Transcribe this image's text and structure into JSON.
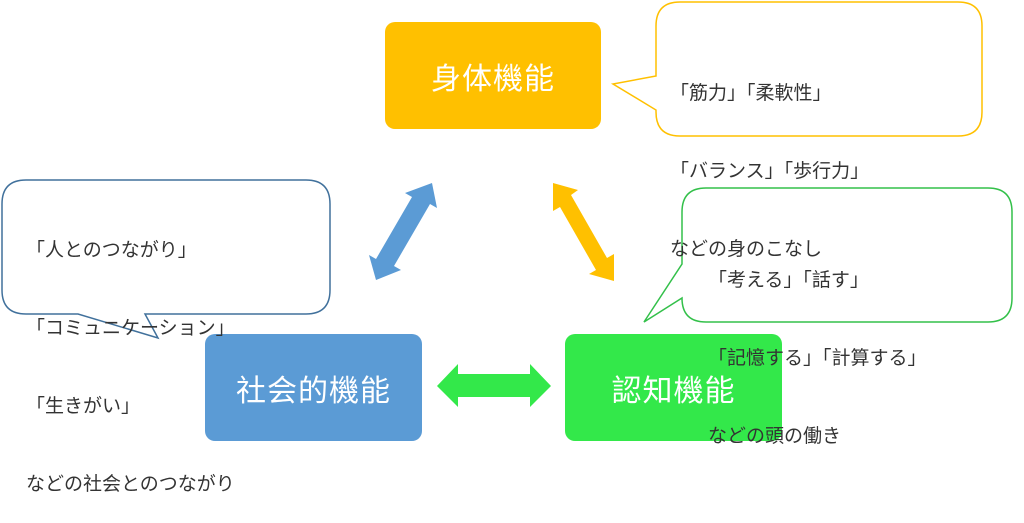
{
  "functions": {
    "physical": {
      "label": "身体機能",
      "color": "#ffc000"
    },
    "social": {
      "label": "社会的機能",
      "color": "#5b9bd5"
    },
    "cognitive": {
      "label": "認知機能",
      "color": "#33e84a"
    }
  },
  "callouts": {
    "physical": {
      "lines": [
        "「筋力」「柔軟性」",
        "「バランス」「歩行力」",
        "などの身のこなし"
      ],
      "border_color": "#ffc000"
    },
    "social": {
      "lines": [
        "「人とのつながり」",
        "「コミュニケーション」",
        "「生きがい」",
        "などの社会とのつながり"
      ],
      "border_color": "#41719c"
    },
    "cognitive": {
      "lines": [
        "「考える」「話す」",
        "「記憶する」「計算する」",
        "などの頭の働き"
      ],
      "border_color": "#33c04a"
    }
  },
  "arrows": {
    "social_physical": {
      "color": "#5b9bd5"
    },
    "physical_cognitive": {
      "color": "#ffc000"
    },
    "social_cognitive": {
      "color": "#33e84a"
    }
  }
}
